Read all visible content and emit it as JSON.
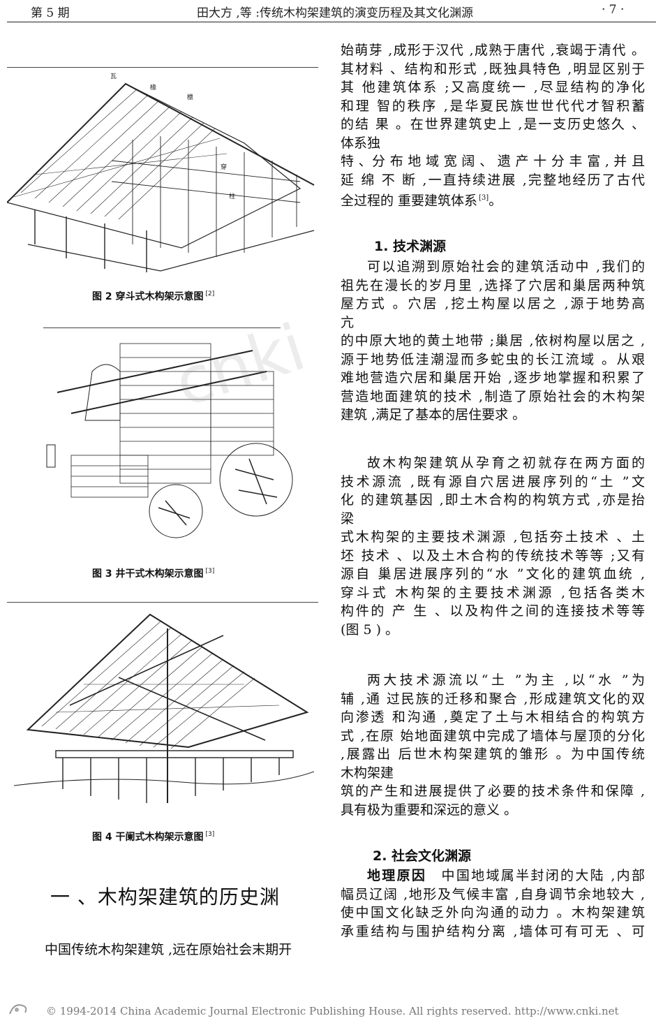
{
  "header": {
    "issue": "第 5 期",
    "title": "田大方 ,等 :传统木构架建筑的演变历程及其文化渊源",
    "page_number": "· 7 ·"
  },
  "figures": [
    {
      "id": "fig2",
      "caption": "图 2   穿斗式木构架示意图",
      "ref": "[2]",
      "labels": [
        "瓦",
        "椽",
        "檩",
        "穿",
        "柱"
      ]
    },
    {
      "id": "fig3",
      "caption": "图 3   井干式木构架示意图",
      "ref": "[3]"
    },
    {
      "id": "fig4",
      "caption": "图 4   干阑式木构架示意图",
      "ref": "[3]"
    }
  ],
  "left_column": {
    "section_heading": "一 、木构架建筑的历史渊",
    "body_line": "中国传统木构架建筑 ,远在原始社会末期开"
  },
  "right_column": {
    "para1": [
      "始萌芽 ,成形于汉代 ,成熟于唐代 ,衰竭于清代 。",
      "其材料 、结构和形式 ,既独具特色 ,明显区别于",
      "其 他建筑体系 ;又高度统一 ,尽显结构的净化",
      "和理 智的秩序 ,是华夏民族世世代代才智积蓄",
      "的结 果 。在世界建筑史上 ,是一支历史悠久 、",
      "体系独",
      "特 、分 布 地 域 宽 阔 、 遗  产  十 分  丰  富 , 并  且",
      "延 绵 不 断 ,一直持续进展 ,完整地经历了古代",
      "全过程的 重要建筑体系"
    ],
    "para1_ref": "[3]",
    "para1_end": "。",
    "heading1": "1. 技术渊源",
    "para2": [
      "可以追溯到原始社会的建筑活动中 ,我们的",
      "祖先在漫长的岁月里 ,选择了穴居和巢居两种筑",
      "屋方式 。穴居 ,挖土构屋以居之 ,源于地势高",
      "亢",
      "的中原大地的黄土地带 ;巢居 ,依树构屋以居之 ,",
      "源于地势低洼潮湿而多蛇虫的长江流域 。从艰",
      "难地营造穴居和巢居开始 ,逐步地掌握和积累了",
      "营造地面建筑的技术 ,制造了原始社会的木构架",
      "建筑 ,满足了基本的居住要求 。"
    ],
    "para3": [
      "故木构架建筑从孕育之初就存在两方面的",
      "技术源流 ,既有源自穴居进展序列的“土 ”文",
      "化 的建筑基因 ,即土木合构的构筑方式 ,亦是抬",
      "梁",
      "式木构架的主要技术渊源 ,包括夯土技术 、土",
      "坯 技术 、以及土木合构的传统技术等等 ;又有",
      "源自 巢居进展序列的“水 ”文化的建筑血统 ,",
      "穿斗式 木构架的主要技术渊源 ,包括各类木",
      "构件的 产  生  、以及构件之间的连接技术等等",
      "(图  5 ) 。"
    ],
    "para4": [
      "两大技术源流以“土 ”为主 ,以“水 ”为",
      "辅 ,通 过民族的迁移和聚合 ,形成建筑文化的双",
      "向渗透 和沟通 ,奠定了土与木相结合的构筑方",
      "式 ,在原 始地面建筑中完成了墙体与屋顶的分化",
      ",展露出 后世木构架建筑的雏形 。为中国传统",
      "木构架建",
      "筑的产生和进展提供了必要的技术条件和保障 ,",
      "具有极为重要和深远的意义 。"
    ],
    "heading2": "2. 社会文化渊源",
    "para5_runin": "地理原因",
    "para5": [
      "中国地域属半封闭的大陆 ,内部",
      "幅员辽阔 ,地形及气候丰富 ,自身调节余地较大 ,",
      "使中国文化缺乏外向沟通的动力 。木构架建筑",
      "承重结构与围护结构分离 ,墙体可有可无 、可"
    ]
  },
  "watermark": "cnki",
  "footer": "© 1994-2014 China Academic Journal Electronic Publishing House. All rights reserved.    http://www.cnki.net"
}
